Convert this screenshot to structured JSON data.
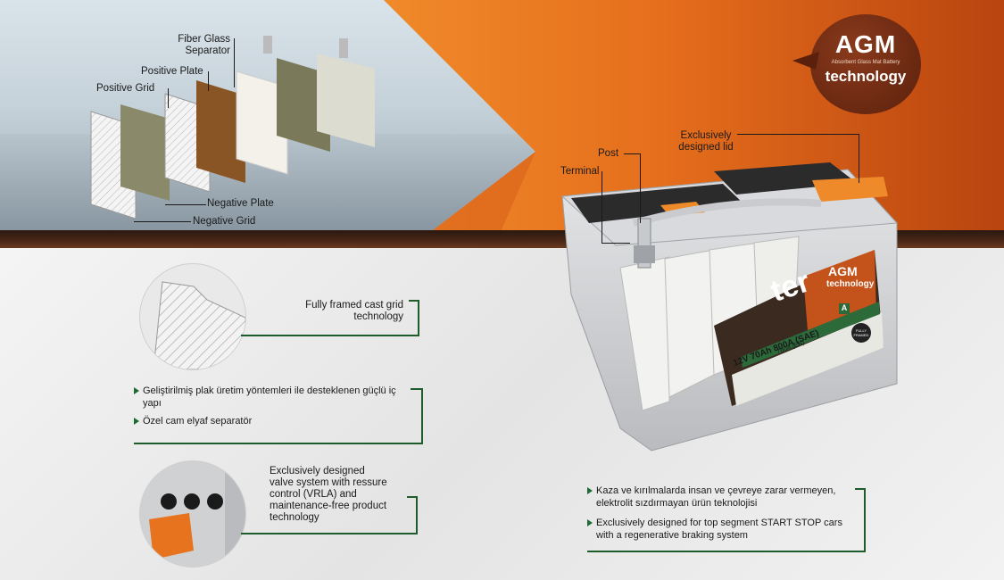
{
  "badge": {
    "title": "AGM",
    "subtitle": "Absorbent Glass Mat Battery",
    "tagline": "technology"
  },
  "exploded_labels": {
    "fiber_glass_separator": "Fiber Glass\nSeparator",
    "positive_plate": "Positive Plate",
    "positive_grid": "Positive Grid",
    "negative_plate": "Negative Plate",
    "negative_grid": "Negative Grid"
  },
  "battery_labels": {
    "post": "Post",
    "terminal": "Terminal",
    "lid": "Exclusively\ndesigned lid"
  },
  "battery_face": {
    "brand_partial": "ter",
    "agm": "AGM",
    "technology": "technology",
    "spec": "12V 70Ah 800A (SAE)",
    "spec_en": "760A (EN)",
    "class": "A",
    "fully": "FULLY\nFRAMED"
  },
  "features": [
    {
      "text": "Fully framed cast grid\ntechnology"
    },
    {
      "bullets": [
        "Geliştirilmiş plak üretim yöntemleri ile desteklenen güçlü iç yapı",
        "Özel cam elyaf separatör"
      ]
    },
    {
      "text": "Exclusively designed\nvalve system with ressure\ncontrol (VRLA) and\nmaintenance-free product\ntechnology"
    }
  ],
  "right_bullets": [
    "Kaza ve kırılmalarda insan ve çevreye zarar vermeyen, elektrolit sızdırmayan ürün teknolojisi",
    "Exclusively designed for top segment START STOP cars with a regenerative braking system"
  ],
  "colors": {
    "orange": "#e8731f",
    "dark_orange": "#c44a10",
    "green": "#1e5c2c",
    "badge_brown": "#6b2a12"
  }
}
